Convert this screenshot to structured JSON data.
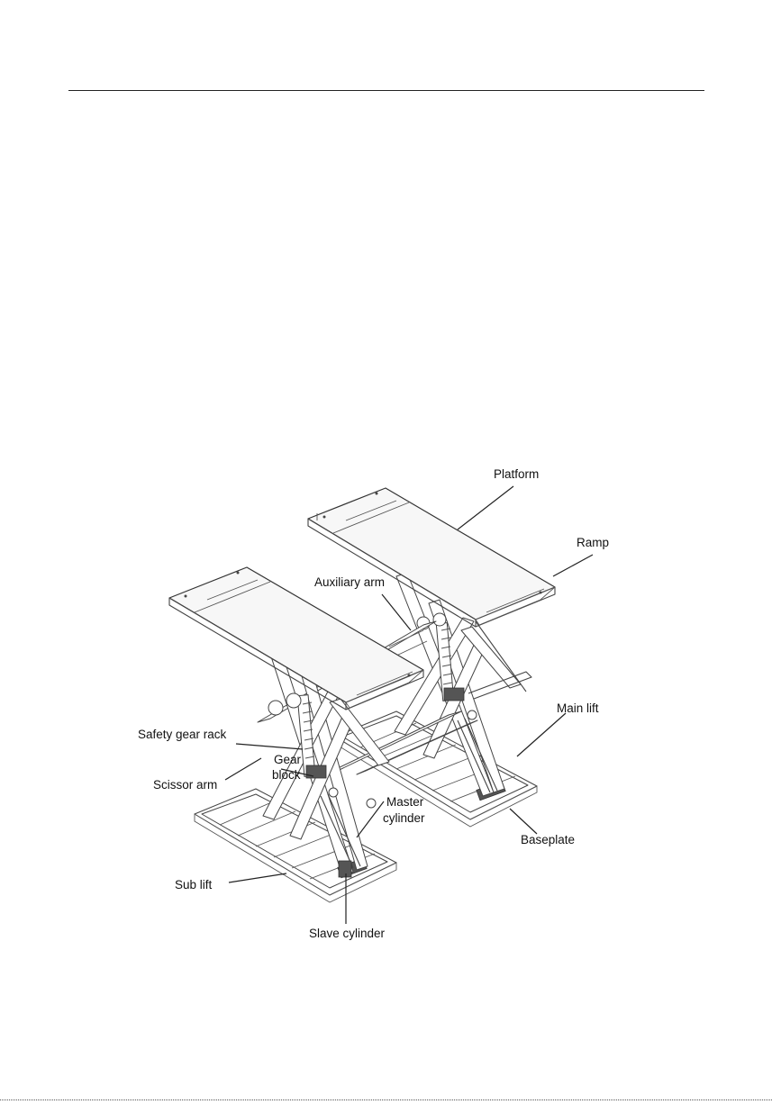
{
  "labels": {
    "platform": "Platform",
    "ramp": "Ramp",
    "auxiliary_arm": "Auxiliary arm",
    "main_lift": "Main lift",
    "safety_gear_rack": "Safety gear rack",
    "gear_block_line1": "Gear",
    "gear_block_line2": "block",
    "scissor_arm": "Scissor arm",
    "master_cylinder_line1": "Master",
    "master_cylinder_line2": "cylinder",
    "baseplate": "Baseplate",
    "sub_lift": "Sub lift",
    "slave_cylinder": "Slave cylinder"
  }
}
